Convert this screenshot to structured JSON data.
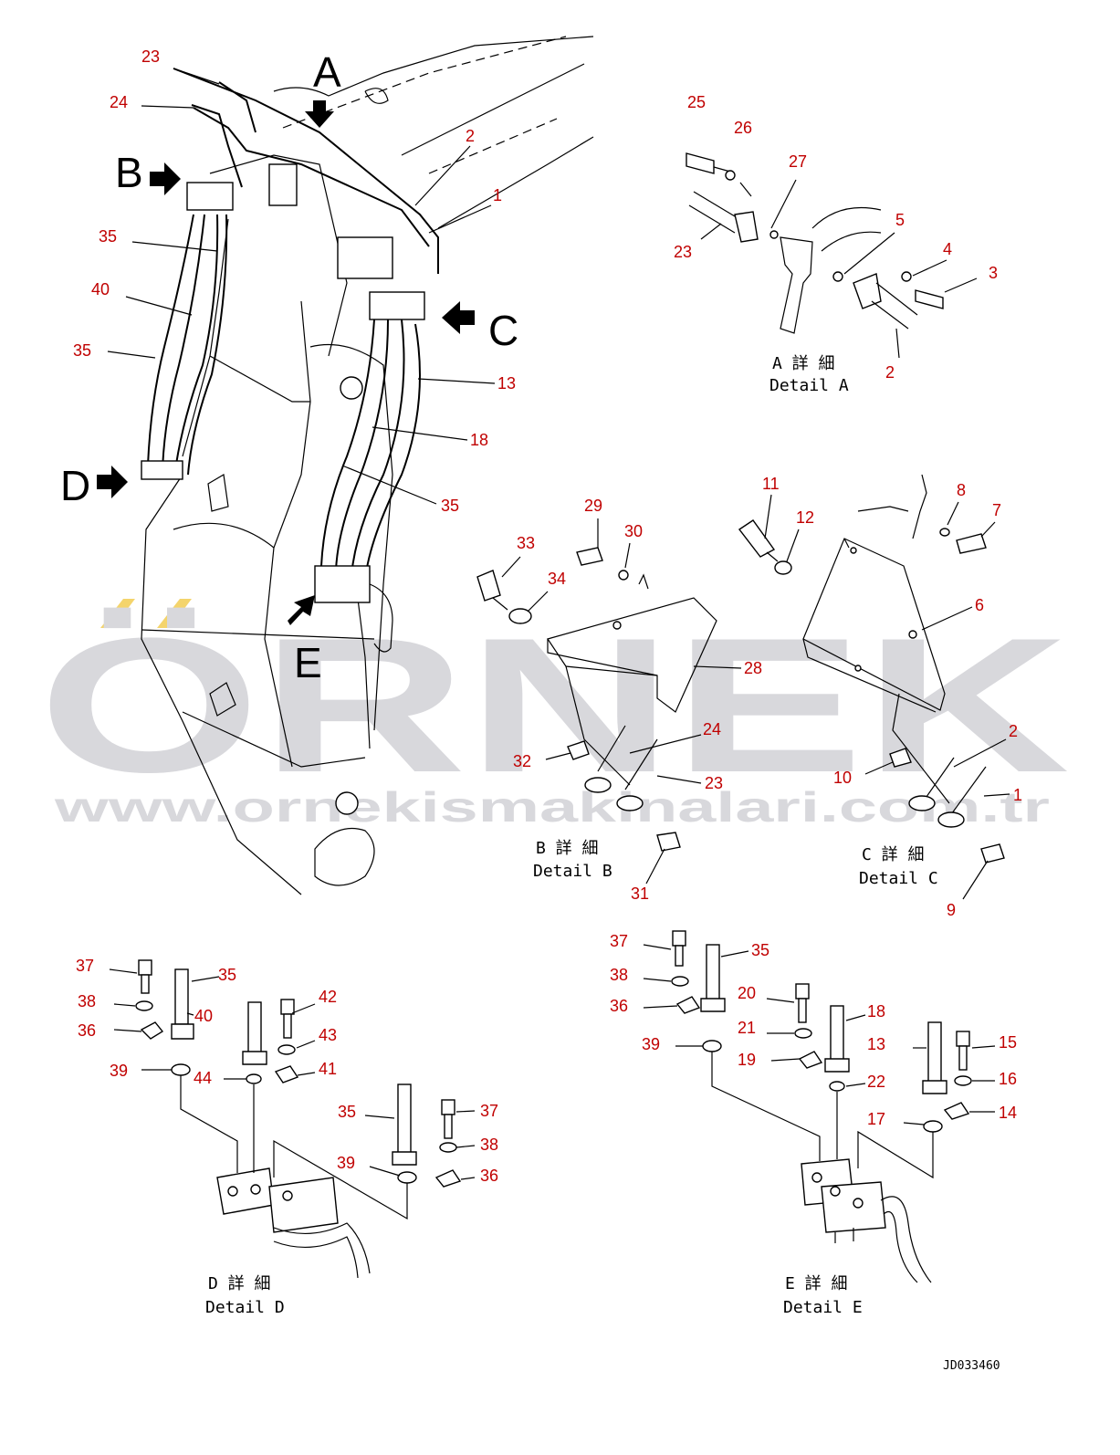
{
  "drawing_number": "JD033460",
  "watermark": {
    "brand": "ÖRNEK",
    "url": "www.ornekismakinalari.com.tr"
  },
  "view_letters": [
    "A",
    "B",
    "C",
    "D",
    "E"
  ],
  "details": [
    {
      "id": "A",
      "jp": "A 詳 細",
      "en": "Detail A"
    },
    {
      "id": "B",
      "jp": "B 詳 細",
      "en": "Detail B"
    },
    {
      "id": "C",
      "jp": "C 詳 細",
      "en": "Detail C"
    },
    {
      "id": "D",
      "jp": "D 詳 細",
      "en": "Detail D"
    },
    {
      "id": "E",
      "jp": "E 詳 細",
      "en": "Detail E"
    }
  ],
  "callouts": {
    "main": [
      "23",
      "24",
      "2",
      "1",
      "35",
      "40",
      "35",
      "13",
      "18",
      "35"
    ],
    "detail_a": [
      "25",
      "26",
      "27",
      "5",
      "4",
      "3",
      "23",
      "2"
    ],
    "detail_b": [
      "29",
      "30",
      "33",
      "34",
      "28",
      "24",
      "32",
      "23",
      "31"
    ],
    "detail_c": [
      "11",
      "8",
      "12",
      "7",
      "6",
      "2",
      "10",
      "1",
      "9"
    ],
    "detail_d": [
      "37",
      "35",
      "42",
      "38",
      "40",
      "43",
      "36",
      "41",
      "39",
      "44",
      "35",
      "37",
      "38",
      "39",
      "36"
    ],
    "detail_e": [
      "37",
      "35",
      "38",
      "20",
      "18",
      "36",
      "21",
      "13",
      "15",
      "39",
      "19",
      "16",
      "22",
      "14",
      "17"
    ]
  }
}
